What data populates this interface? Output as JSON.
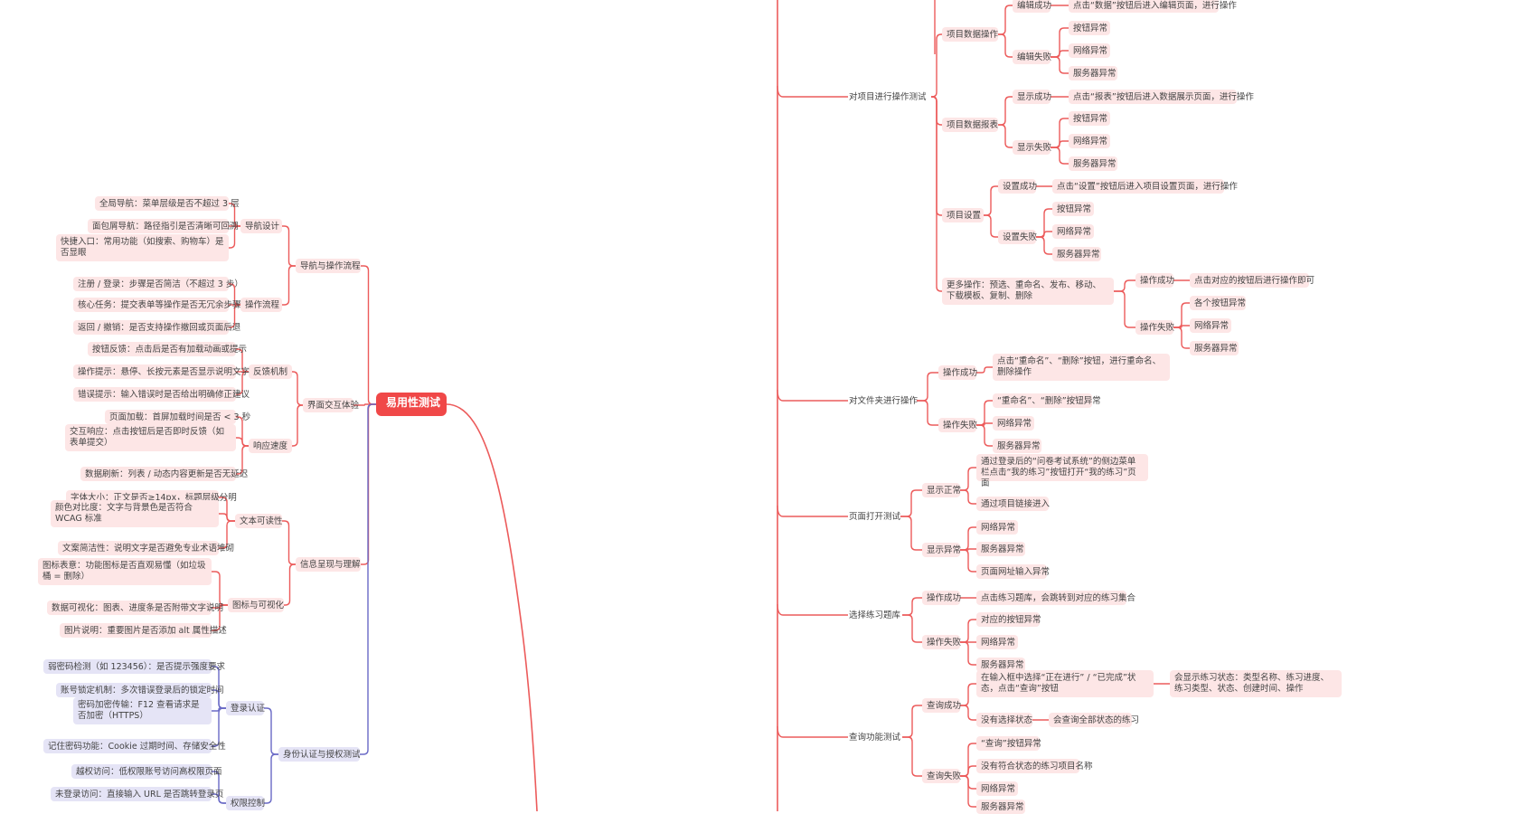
{
  "colors": {
    "background": "#ffffff",
    "root_fill": "#f04848",
    "root_text": "#ffffff",
    "red_line": "#ec5b5b",
    "red_node": "#fde6e6",
    "purple_line": "#6a6ac6",
    "purple_node": "#e5e4f6",
    "text": "#444444"
  },
  "nodes": [
    {
      "id": "root",
      "text": "易用性测试"
    },
    {
      "id": "L1",
      "text": "导航与操作流程"
    },
    {
      "id": "L2",
      "text": "界面交互体验"
    },
    {
      "id": "L3",
      "text": "信息呈现与理解"
    },
    {
      "id": "L4",
      "text": "身份认证与授权测试"
    },
    {
      "id": "L11",
      "text": "导航设计"
    },
    {
      "id": "L12",
      "text": "操作流程"
    },
    {
      "id": "L21",
      "text": "反馈机制"
    },
    {
      "id": "L22",
      "text": "响应速度"
    },
    {
      "id": "L31",
      "text": "文本可读性"
    },
    {
      "id": "L32",
      "text": "图标与可视化"
    },
    {
      "id": "L41",
      "text": "登录认证"
    },
    {
      "id": "L42",
      "text": "权限控制"
    },
    {
      "id": "a1",
      "text": "全局导航：菜单层级是否不超过 3 层"
    },
    {
      "id": "a2",
      "text": "面包屑导航：路径指引是否清晰可回溯"
    },
    {
      "id": "a3",
      "text": "快捷入口：常用功能（如搜索、购物车）是否显眼"
    },
    {
      "id": "a4",
      "text": "注册 / 登录：步骤是否简洁（不超过 3 步）"
    },
    {
      "id": "a5",
      "text": "核心任务：提交表单等操作是否无冗余步骤"
    },
    {
      "id": "a6",
      "text": "返回 / 撤销：是否支持操作撤回或页面后退"
    },
    {
      "id": "a7",
      "text": "按钮反馈：点击后是否有加载动画或提示"
    },
    {
      "id": "a8",
      "text": "操作提示：悬停、长按元素是否显示说明文字"
    },
    {
      "id": "a9",
      "text": "错误提示：输入错误时是否给出明确修正建议"
    },
    {
      "id": "a10",
      "text": "页面加载：首屏加载时间是否 < 3 秒"
    },
    {
      "id": "a11",
      "text": "交互响应：点击按钮后是否即时反馈（如表单提交）"
    },
    {
      "id": "a12",
      "text": "数据刷新：列表 / 动态内容更新是否无延迟"
    },
    {
      "id": "a13",
      "text": "字体大小：正文是否≥14px，标题层级分明"
    },
    {
      "id": "a14",
      "text": "颜色对比度：文字与背景色是否符合 WCAG 标准"
    },
    {
      "id": "a15",
      "text": "文案简洁性：说明文字是否避免专业术语堆砌"
    },
    {
      "id": "a16",
      "text": "图标表意：功能图标是否直观易懂（如垃圾桶 = 删除）"
    },
    {
      "id": "a17",
      "text": "数据可视化：图表、进度条是否附带文字说明"
    },
    {
      "id": "a18",
      "text": "图片说明：重要图片是否添加 alt 属性描述"
    },
    {
      "id": "a19",
      "text": "弱密码检测（如 123456）：是否提示强度要求"
    },
    {
      "id": "a20",
      "text": "账号锁定机制：多次错误登录后的锁定时间"
    },
    {
      "id": "a21",
      "text": "密码加密传输：F12 查看请求是否加密（HTTPS）"
    },
    {
      "id": "a22",
      "text": "记住密码功能：Cookie 过期时间、存储安全性"
    },
    {
      "id": "a23",
      "text": "越权访问：低权限账号访问高权限页面"
    },
    {
      "id": "a24",
      "text": "未登录访问：直接输入 URL 是否跳转登录页"
    },
    {
      "id": "R1",
      "text": "对项目进行操作测试"
    },
    {
      "id": "R2",
      "text": "对文件夹进行操作"
    },
    {
      "id": "R3",
      "text": "页面打开测试"
    },
    {
      "id": "R4",
      "text": "选择练习题库"
    },
    {
      "id": "R5",
      "text": "查询功能测试"
    },
    {
      "id": "R11",
      "text": "项目数据操作"
    },
    {
      "id": "R12",
      "text": "项目数据报表"
    },
    {
      "id": "R13",
      "text": "项目设置"
    },
    {
      "id": "R14",
      "text": "更多操作：预选、重命名、发布、移动、下载模板、复制、删除"
    },
    {
      "id": "b1",
      "text": "编辑成功"
    },
    {
      "id": "b1t",
      "text": "点击“数据”按钮后进入编辑页面，进行操作"
    },
    {
      "id": "b2",
      "text": "编辑失败"
    },
    {
      "id": "b2a",
      "text": "按钮异常"
    },
    {
      "id": "b2b",
      "text": "网络异常"
    },
    {
      "id": "b2c",
      "text": "服务器异常"
    },
    {
      "id": "b3",
      "text": "显示成功"
    },
    {
      "id": "b3t",
      "text": "点击“报表”按钮后进入数据展示页面，进行操作"
    },
    {
      "id": "b4",
      "text": "显示失败"
    },
    {
      "id": "b4a",
      "text": "按钮异常"
    },
    {
      "id": "b4b",
      "text": "网络异常"
    },
    {
      "id": "b4c",
      "text": "服务器异常"
    },
    {
      "id": "b5",
      "text": "设置成功"
    },
    {
      "id": "b5t",
      "text": "点击“设置”按钮后进入项目设置页面，进行操作"
    },
    {
      "id": "b6",
      "text": "设置失败"
    },
    {
      "id": "b6a",
      "text": "按钮异常"
    },
    {
      "id": "b6b",
      "text": "网络异常"
    },
    {
      "id": "b6c",
      "text": "服务器异常"
    },
    {
      "id": "b7",
      "text": "操作成功"
    },
    {
      "id": "b7t",
      "text": "点击对应的按钮后进行操作即可"
    },
    {
      "id": "b8",
      "text": "操作失败"
    },
    {
      "id": "b8a",
      "text": "各个按钮异常"
    },
    {
      "id": "b8b",
      "text": "网络异常"
    },
    {
      "id": "b8c",
      "text": "服务器异常"
    },
    {
      "id": "c1",
      "text": "操作成功"
    },
    {
      "id": "c1t",
      "text": "点击“重命名”、“删除”按钮，进行重命名、删除操作"
    },
    {
      "id": "c2",
      "text": "操作失败"
    },
    {
      "id": "c2a",
      "text": "“重命名”、“删除”按钮异常"
    },
    {
      "id": "c2b",
      "text": "网络异常"
    },
    {
      "id": "c2c",
      "text": "服务器异常"
    },
    {
      "id": "d1",
      "text": "显示正常"
    },
    {
      "id": "d1a",
      "text": "通过登录后的“问卷考试系统”的侧边菜单栏点击“我的练习”按钮打开“我的练习”页面"
    },
    {
      "id": "d1b",
      "text": "通过项目链接进入"
    },
    {
      "id": "d2",
      "text": "显示异常"
    },
    {
      "id": "d2a",
      "text": "网络异常"
    },
    {
      "id": "d2b",
      "text": "服务器异常"
    },
    {
      "id": "d2c",
      "text": "页面网址输入异常"
    },
    {
      "id": "e1",
      "text": "操作成功"
    },
    {
      "id": "e1t",
      "text": "点击练习题库，会跳转到对应的练习集合"
    },
    {
      "id": "e2",
      "text": "操作失败"
    },
    {
      "id": "e2a",
      "text": "对应的按钮异常"
    },
    {
      "id": "e2b",
      "text": "网络异常"
    },
    {
      "id": "e2c",
      "text": "服务器异常"
    },
    {
      "id": "f1",
      "text": "查询成功"
    },
    {
      "id": "f1a",
      "text": "在输入框中选择“正在进行” / “已完成”状态，点击“查询”按钮"
    },
    {
      "id": "f1at",
      "text": "会显示练习状态：类型名称、练习进度、练习类型、状态、创建时间、操作"
    },
    {
      "id": "f1b",
      "text": "没有选择状态"
    },
    {
      "id": "f1bt",
      "text": "会查询全部状态的练习"
    },
    {
      "id": "f2",
      "text": "查询失败"
    },
    {
      "id": "f2a",
      "text": "“查询”按钮异常"
    },
    {
      "id": "f2b",
      "text": "没有符合状态的练习项目名称"
    },
    {
      "id": "f2c",
      "text": "网络异常"
    },
    {
      "id": "f2d",
      "text": "服务器异常"
    }
  ]
}
